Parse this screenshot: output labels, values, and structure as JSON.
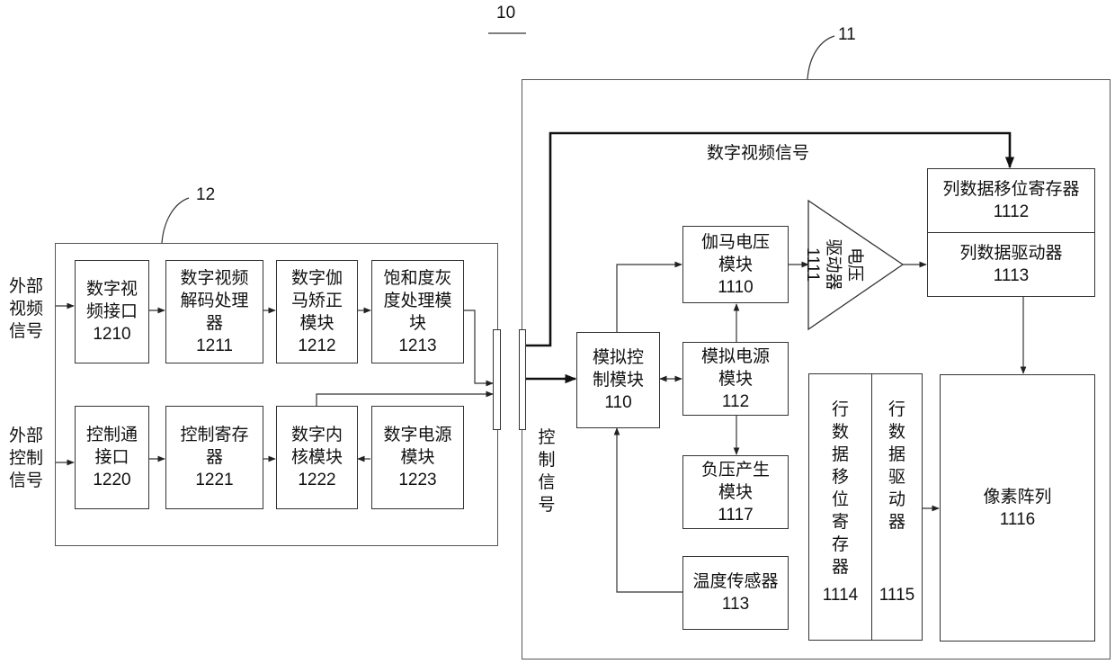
{
  "refs": {
    "figure": "10",
    "module11": "11",
    "module12": "12"
  },
  "inputs": {
    "video": [
      "外部",
      "视频",
      "信号"
    ],
    "control": [
      "外部",
      "控制",
      "信号"
    ]
  },
  "blocks12": {
    "b1210": {
      "lines": [
        "数字视",
        "频接口"
      ],
      "num": "1210"
    },
    "b1211": {
      "lines": [
        "数字视频",
        "解码处理",
        "器"
      ],
      "num": "1211"
    },
    "b1212": {
      "lines": [
        "数字伽",
        "马矫正",
        "模块"
      ],
      "num": "1212"
    },
    "b1213": {
      "lines": [
        "饱和度灰",
        "度处理模",
        "块"
      ],
      "num": "1213"
    },
    "b1220": {
      "lines": [
        "控制通",
        "接口"
      ],
      "num": "1220"
    },
    "b1221": {
      "lines": [
        "控制寄存",
        "器"
      ],
      "num": "1221"
    },
    "b1222": {
      "lines": [
        "数字内",
        "核模块"
      ],
      "num": "1222"
    },
    "b1223": {
      "lines": [
        "数字电源",
        "模块"
      ],
      "num": "1223"
    }
  },
  "signals": {
    "digital_video": "数字视频信号",
    "control": [
      "控",
      "制",
      "信",
      "号"
    ]
  },
  "blocks11": {
    "b110": {
      "lines": [
        "模拟控",
        "制模块"
      ],
      "num": "110"
    },
    "b1110": {
      "lines": [
        "伽马电压",
        "模块"
      ],
      "num": "1110"
    },
    "b112": {
      "lines": [
        "模拟电源",
        "模块"
      ],
      "num": "112"
    },
    "b1117": {
      "lines": [
        "负压产生",
        "模块"
      ],
      "num": "1117"
    },
    "b113": {
      "lines": [
        "温度传感器"
      ],
      "num": "113"
    },
    "b1111": {
      "lines": [
        "电压",
        "驱动器"
      ],
      "num": "1111"
    },
    "b1112": {
      "lines": [
        "列数据移位寄存器"
      ],
      "num": "1112"
    },
    "b1113": {
      "lines": [
        "列数据驱动器"
      ],
      "num": "1113"
    },
    "b1114": {
      "chars": [
        "行",
        "数",
        "据",
        "移",
        "位",
        "寄",
        "存",
        "器"
      ],
      "num": "1114"
    },
    "b1115": {
      "chars": [
        "行",
        "数",
        "据",
        "驱",
        "动",
        "器"
      ],
      "num": "1115"
    },
    "b1116": {
      "lines": [
        "像素阵列"
      ],
      "num": "1116"
    }
  }
}
